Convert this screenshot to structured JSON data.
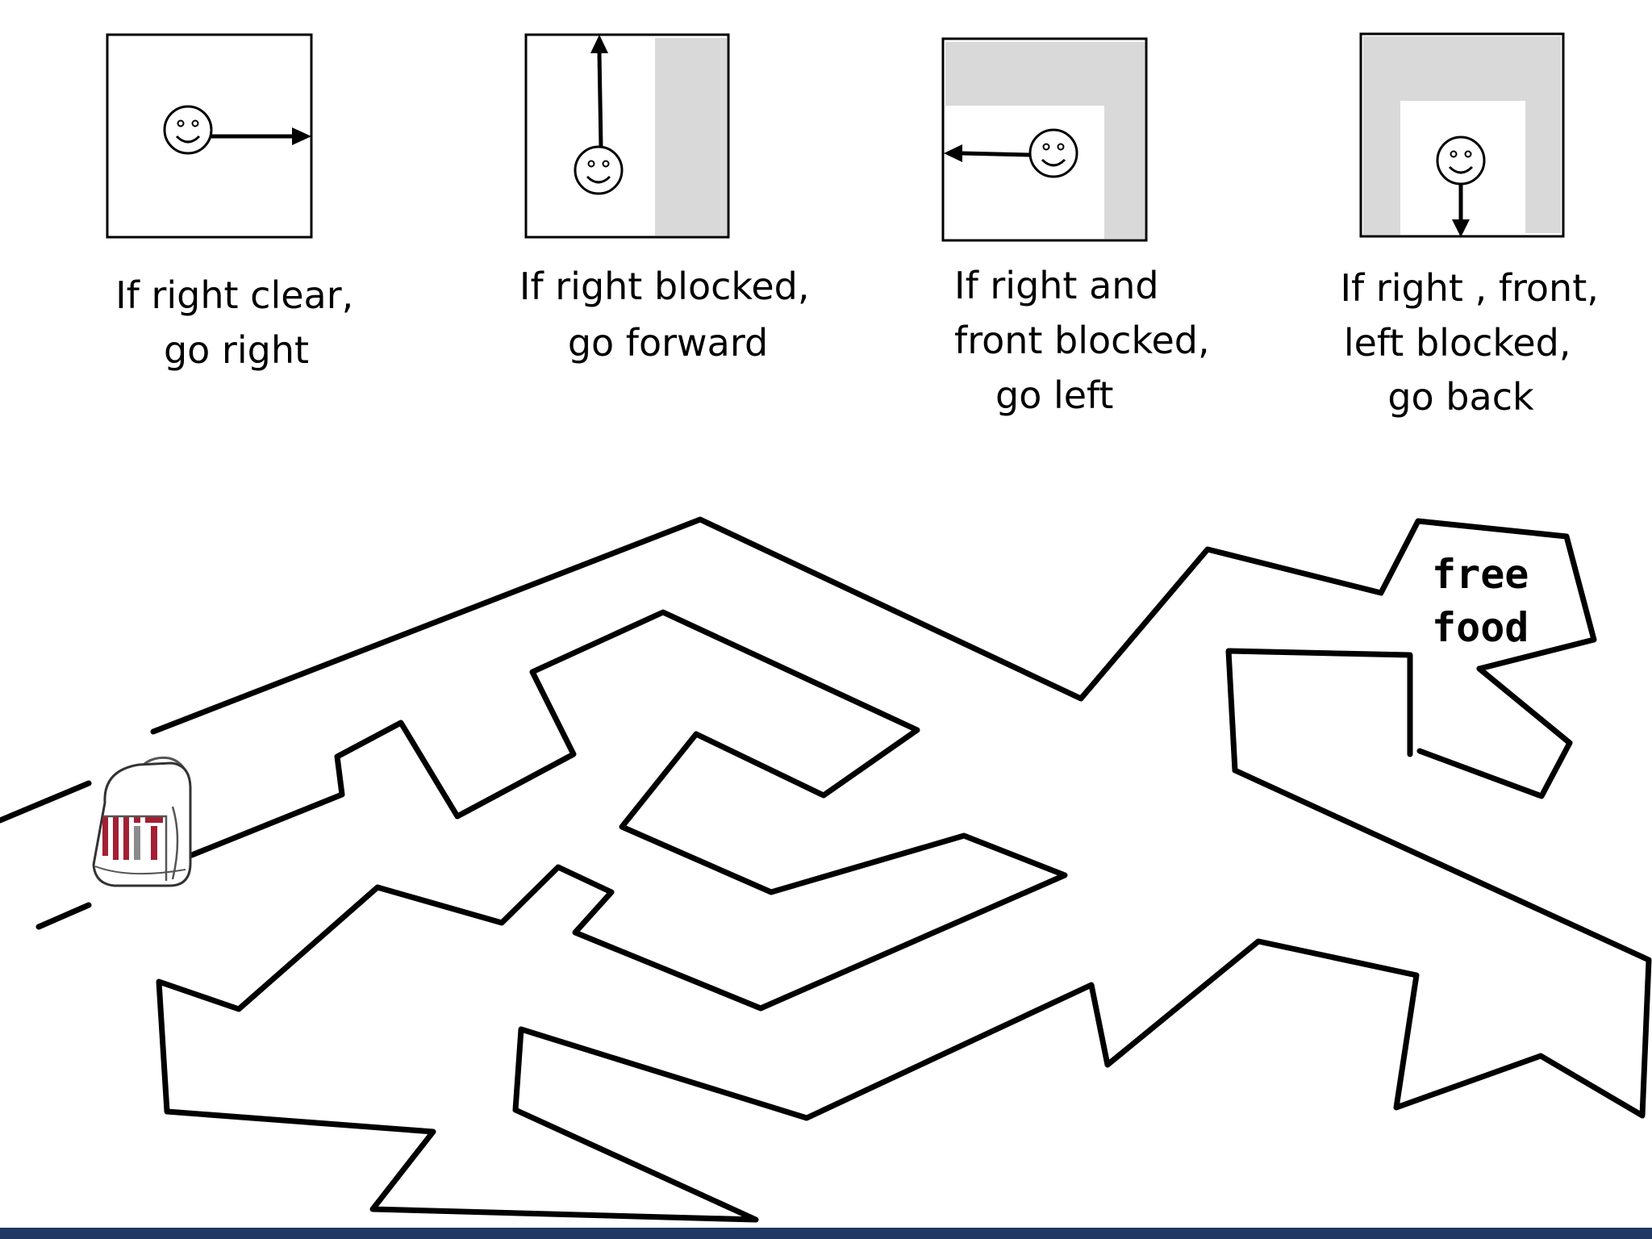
{
  "rules": [
    {
      "id": "right-clear",
      "lines": [
        "If right clear,",
        "go right"
      ]
    },
    {
      "id": "right-blocked",
      "lines": [
        "If right blocked,",
        "go forward"
      ]
    },
    {
      "id": "right-front-blocked",
      "lines": [
        "If right and",
        "front blocked,",
        "go left"
      ]
    },
    {
      "id": "all-blocked",
      "lines": [
        "If right , front,",
        "left blocked,",
        "go back"
      ]
    }
  ],
  "goal": {
    "lines": [
      "free",
      "food"
    ]
  },
  "start": {
    "icon": "backpack-icon",
    "logo_text": "MIT"
  },
  "colors": {
    "wall": "#000000",
    "blocked_area": "#d9d9d9",
    "logo_red": "#a31f34",
    "logo_gray": "#8a8b8c",
    "bottom_bar": "#1f3864"
  }
}
